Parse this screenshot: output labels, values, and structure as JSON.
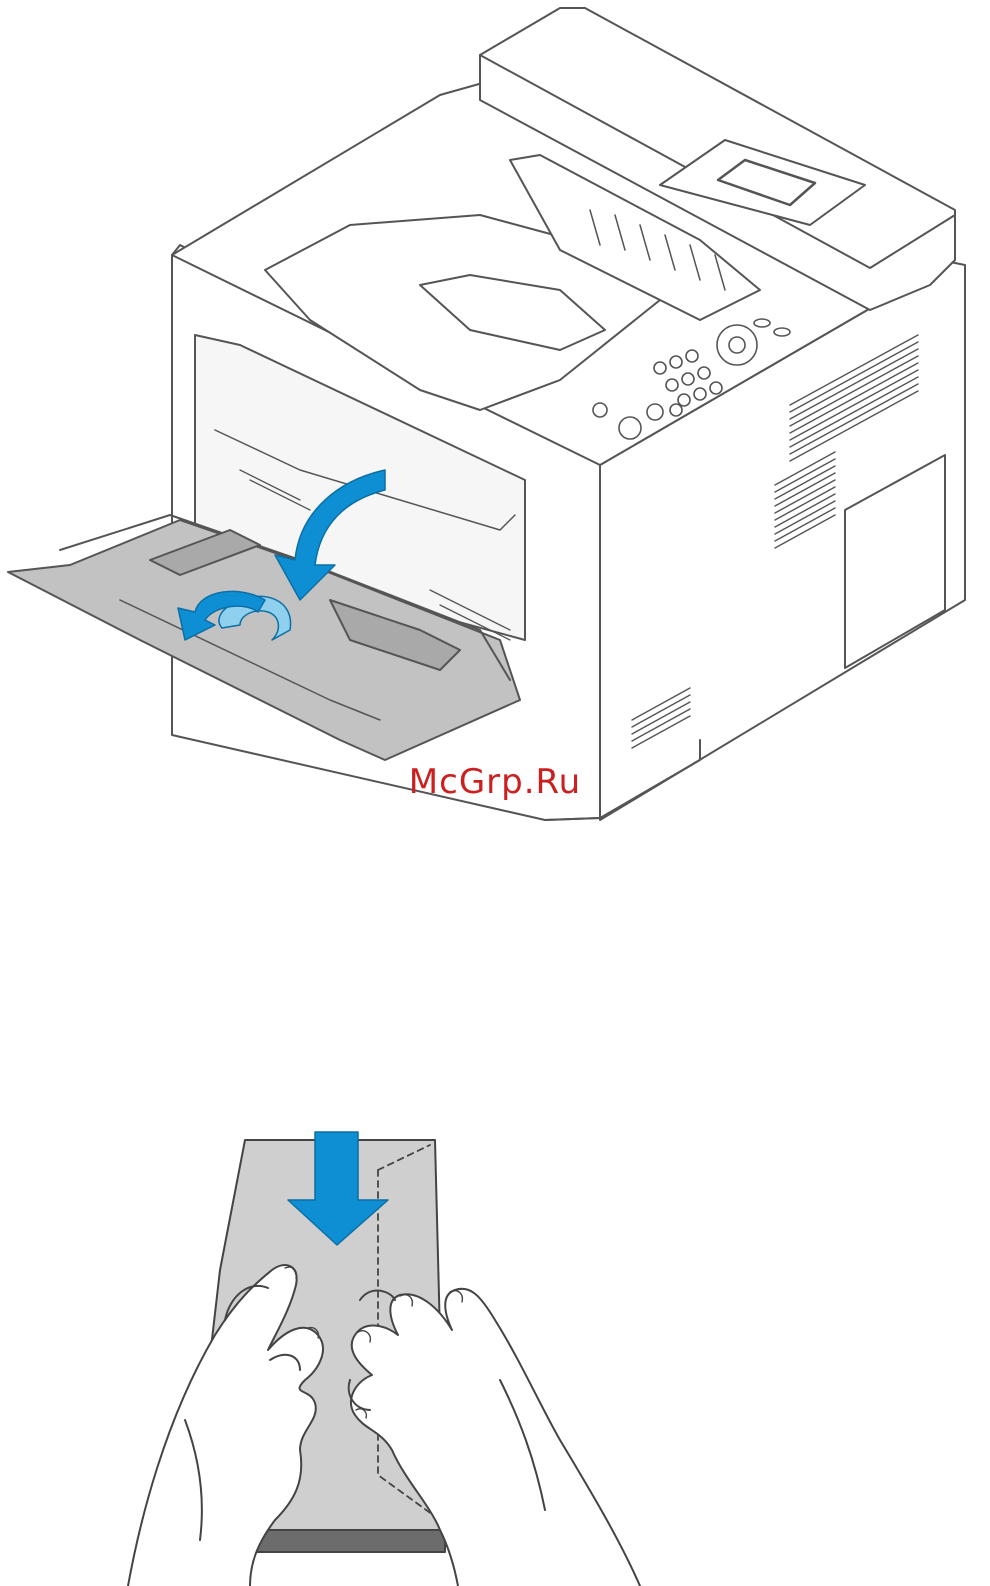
{
  "watermark": {
    "text": "McGrp.Ru"
  },
  "colors": {
    "arrow_blue": "#0f8fd3",
    "arrow_light": "#8fd0ee",
    "line": "#555555",
    "tray_fill": "#bdbdbd",
    "envelope_fill": "#cfcfcf"
  },
  "icons": [
    "printer-illustration",
    "open-tray-arrow-icon",
    "unfold-extension-arrow-icon",
    "envelope-illustration",
    "hands-illustration",
    "insert-down-arrow-icon"
  ]
}
